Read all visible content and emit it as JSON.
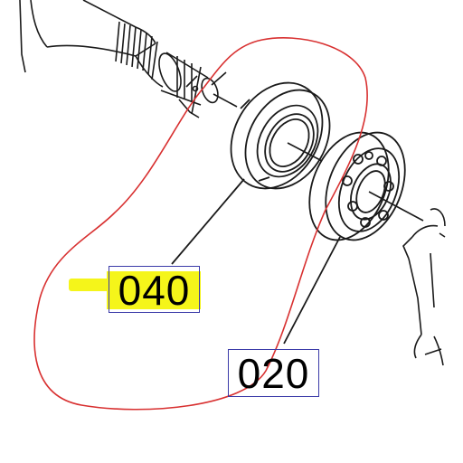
{
  "parts": [
    {
      "id": "bearing-040",
      "label": "040",
      "highlighted": true
    },
    {
      "id": "bearing-020",
      "label": "020",
      "highlighted": false
    }
  ],
  "colors": {
    "highlight": "#f5f51a",
    "annotation_circle": "#d83030",
    "label_box_border": "#3a3aa8",
    "line_art": "#1a1a1a"
  }
}
